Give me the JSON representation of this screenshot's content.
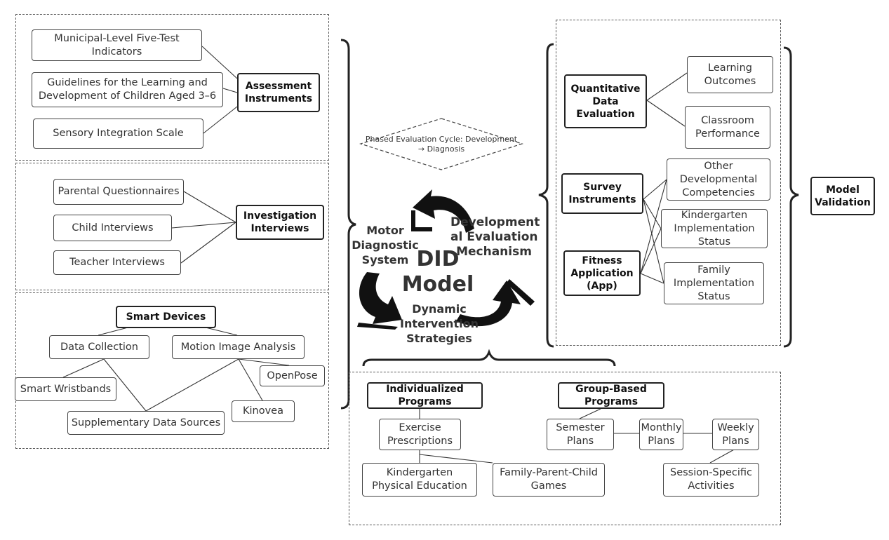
{
  "center": {
    "title_line1": "DID",
    "title_line2": "Model",
    "motor_line1": "Motor",
    "motor_line2": "Diagnostic",
    "motor_line3": "System",
    "dev_line1": "Development",
    "dev_line2": "al Evaluation",
    "dev_line3": "Mechanism",
    "dyn_line1": "Dynamic",
    "dyn_line2": "Intervention",
    "dyn_line3": "Strategies",
    "cycle_line1": "Phased Evaluation Cycle: Development",
    "cycle_line2": "→ Diagnosis"
  },
  "assessment": {
    "heading": "Assessment Instruments",
    "items": [
      "Municipal-Level Five-Test Indicators",
      "Guidelines for the Learning and Development of Children Aged 3–6",
      "Sensory Integration Scale"
    ]
  },
  "investigation": {
    "heading": "Investigation Interviews",
    "items": [
      "Parental Questionnaires",
      "Child Interviews",
      "Teacher Interviews"
    ]
  },
  "smart": {
    "heading": "Smart Devices",
    "data_collection": "Data Collection",
    "motion_analysis": "Motion Image Analysis",
    "wristbands": "Smart Wristbands",
    "openpose": "OpenPose",
    "kinovea": "Kinovea",
    "supplementary": "Supplementary Data Sources"
  },
  "validation": {
    "quantitative": "Quantitative Data Evaluation",
    "survey": "Survey Instruments",
    "fitness": "Fitness Application (App)",
    "learning": "Learning Outcomes",
    "classroom": "Classroom Performance",
    "other": "Other Developmental Competencies",
    "kindergarten_status": "Kindergarten Implementation Status",
    "family_status": "Family Implementation Status",
    "model_validation": "Model Validation"
  },
  "programs": {
    "individualized": "Individualized Programs",
    "group": "Group-Based Programs",
    "exercise": "Exercise Prescriptions",
    "kindergarten_pe": "Kindergarten Physical Education",
    "family_games": "Family-Parent-Child Games",
    "semester": "Semester Plans",
    "monthly": "Monthly Plans",
    "weekly": "Weekly Plans",
    "session": "Session-Specific Activities"
  }
}
